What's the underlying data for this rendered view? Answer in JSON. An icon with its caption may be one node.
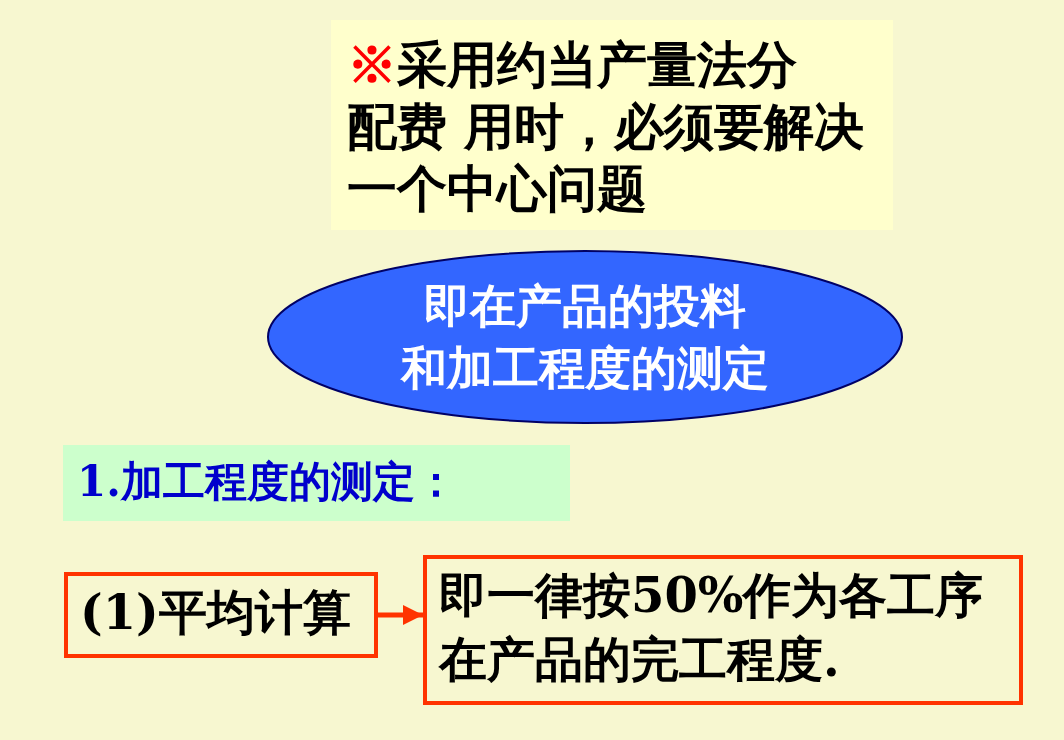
{
  "diagram": {
    "nodes": [
      {
        "text": [
          "※采用约当产量法分配费 用时，必须要解决一个中心问题"
        ]
      },
      {
        "text": [
          "即在产品的投料和加工程度的测定"
        ]
      },
      {
        "text": [
          "1.加工程度的测定："
        ]
      },
      {
        "text": [
          "(1)平均计算"
        ]
      },
      {
        "text": [
          "即一律按50%作为各工序在产品的完工程度."
        ]
      }
    ],
    "edges": [
      {
        "from": 3,
        "to": 4,
        "arrow": "to"
      }
    ]
  }
}
